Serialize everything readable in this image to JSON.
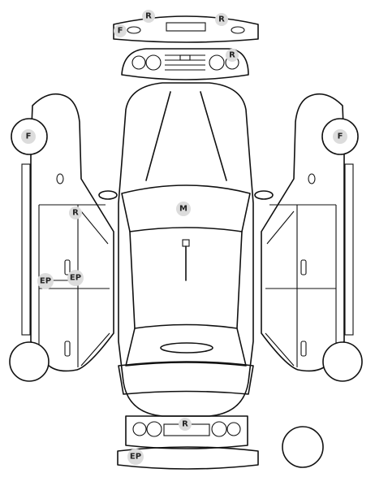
{
  "badges": {
    "rear_bumper_left": "R",
    "rear_bumper_right": "R",
    "front_bumper_left": "F",
    "rear_lights": "R",
    "left_front_wheel": "F",
    "right_front_wheel": "F",
    "left_side_rear": "R",
    "left_side_ep_outer": "EP",
    "left_side_ep_inner": "EP",
    "roof_center": "M",
    "front_grille": "R",
    "front_bumper_bottom": "EP"
  },
  "colors": {
    "line": "#111111",
    "badge_fill": "#dcdcdc",
    "background": "#ffffff"
  }
}
